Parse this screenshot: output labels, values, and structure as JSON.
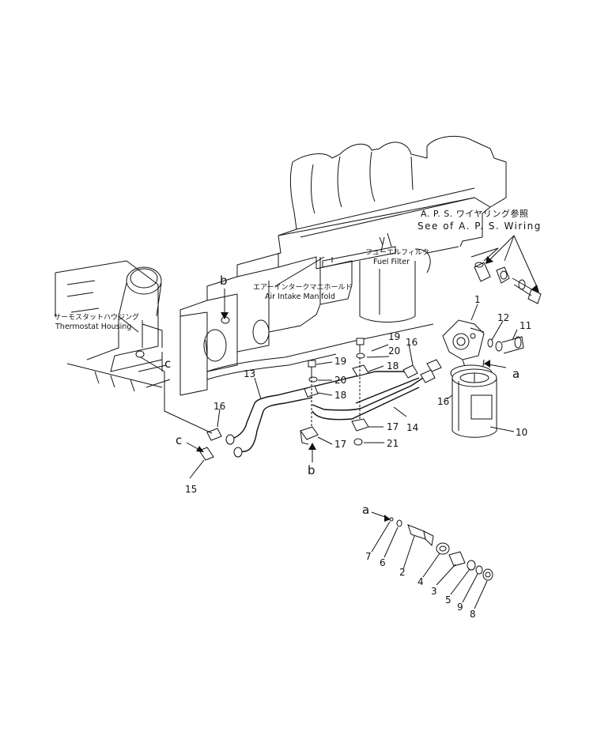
{
  "labels": {
    "aps_wiring_jp": "A. P. S. ワイヤリング参照",
    "aps_wiring_en": "See of A. P. S. Wiring",
    "fuel_filter_jp": "フューエルフィルタ",
    "fuel_filter_en": "Fuel Filter",
    "air_intake_jp": "エアーインタークマニホールド",
    "air_intake_en": "Air Intake Manifold",
    "thermostat_jp": "サーモスタットハウジング",
    "thermostat_en": "Thermostat Housing"
  },
  "callouts": {
    "p1": "1",
    "p2": "2",
    "p3": "3",
    "p4": "4",
    "p5": "5",
    "p6": "6",
    "p7": "7",
    "p8": "8",
    "p9": "9",
    "p10": "10",
    "p11": "11",
    "p12": "12",
    "p13": "13",
    "p14": "14",
    "p15": "15",
    "p16a": "16",
    "p16b": "16",
    "p16c": "16",
    "p17a": "17",
    "p17b": "17",
    "p18a": "18",
    "p18b": "18",
    "p19a": "19",
    "p19b": "19",
    "p20a": "20",
    "p20b": "20",
    "p21": "21"
  },
  "refs": {
    "a_top": "a",
    "a_bottom": "a",
    "b_top": "b",
    "b_bottom": "b",
    "c_top": "c",
    "c_bottom": "c"
  }
}
